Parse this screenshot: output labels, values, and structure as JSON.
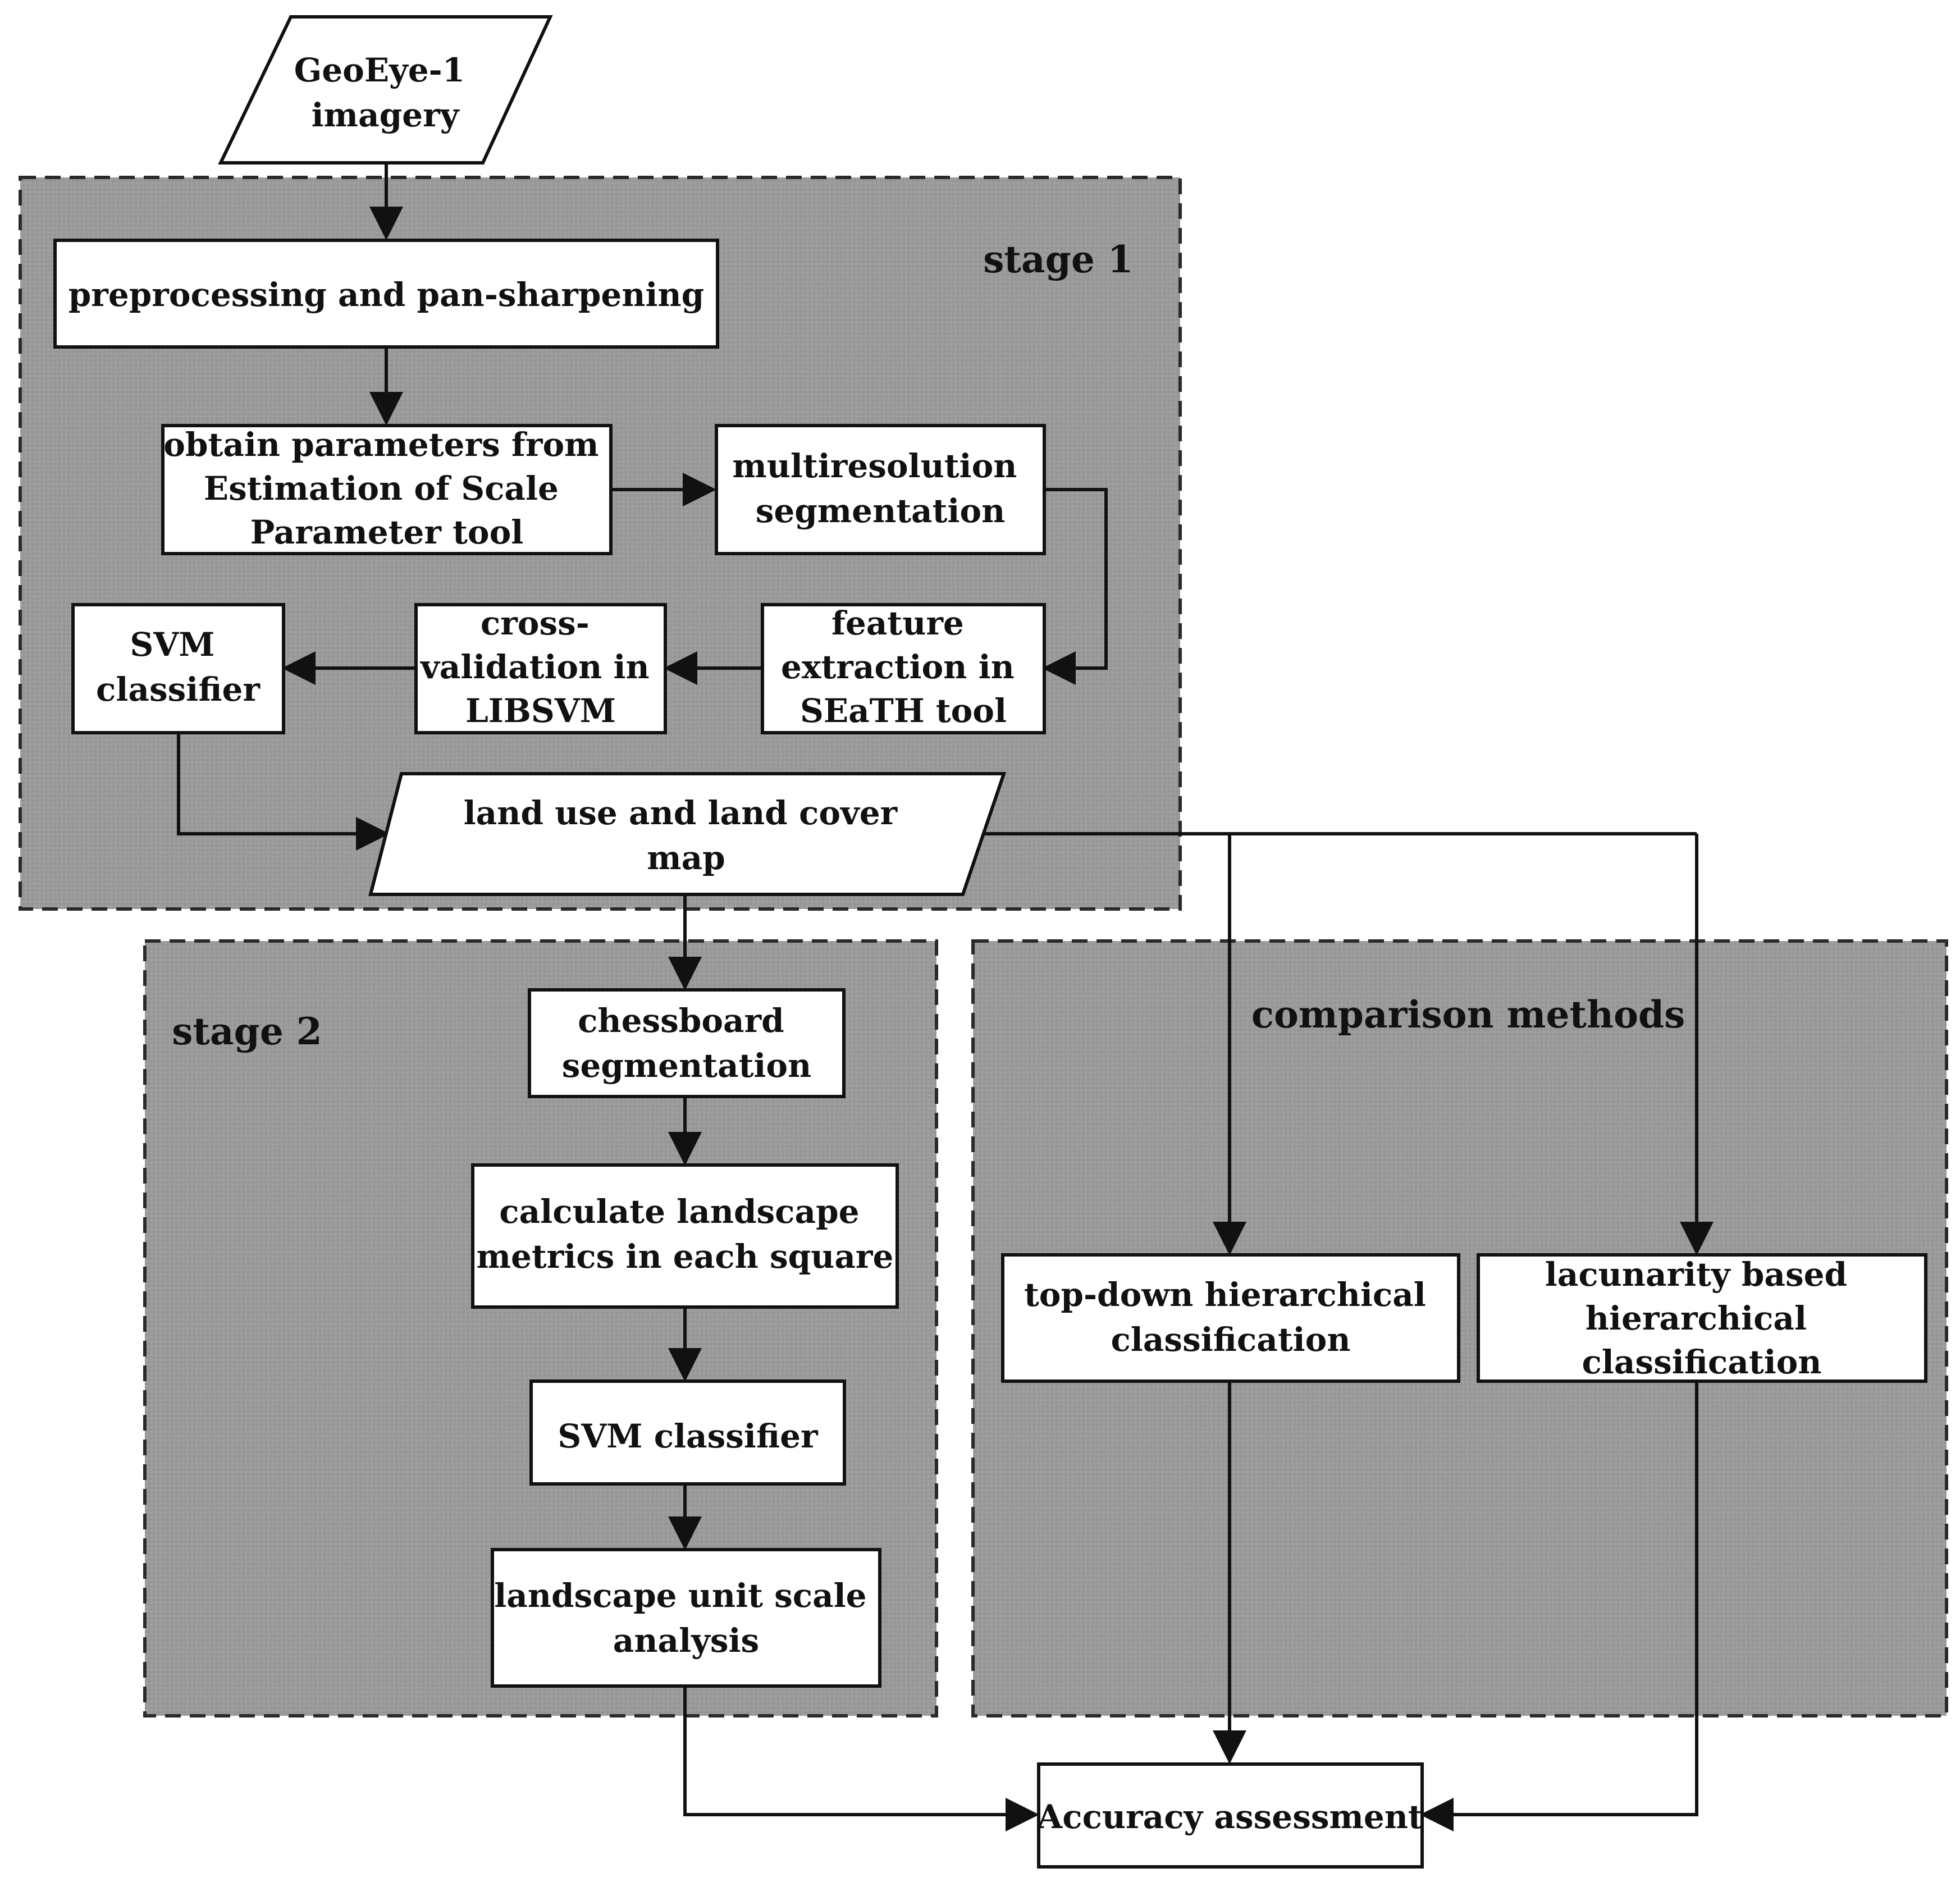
{
  "colors": {
    "panel_fill": "#9a9a9a",
    "panel_border": "#2a2a2a",
    "box_fill": "#ffffff",
    "line": "#111111"
  },
  "panels": {
    "stage1": "stage 1",
    "stage2": "stage 2",
    "comparison": "comparison methods"
  },
  "nodes": {
    "geoeye": [
      "GeoEye-1",
      "imagery"
    ],
    "preprocessing": [
      "preprocessing and pan-sharpening"
    ],
    "obtain_params": [
      "obtain parameters from",
      "Estimation of Scale",
      "Parameter tool"
    ],
    "multiresolution": [
      "multiresolution",
      "segmentation"
    ],
    "feature_extraction": [
      "feature",
      "extraction in",
      "SEaTH tool"
    ],
    "cross_validation": [
      "cross-",
      "validation in",
      "LIBSVM"
    ],
    "svm1": [
      "SVM",
      "classifier"
    ],
    "lulc_map": [
      "land use and land cover",
      "map"
    ],
    "chessboard": [
      "chessboard",
      "segmentation"
    ],
    "landscape_metrics": [
      "calculate landscape",
      "metrics in each square"
    ],
    "svm2": [
      "SVM classifier"
    ],
    "unit_scale": [
      "landscape unit scale",
      "analysis"
    ],
    "top_down": [
      "top-down hierarchical",
      "classification"
    ],
    "lacunarity": [
      "lacunarity based",
      "hierarchical",
      "classification"
    ],
    "accuracy": [
      "Accuracy assessment"
    ]
  }
}
